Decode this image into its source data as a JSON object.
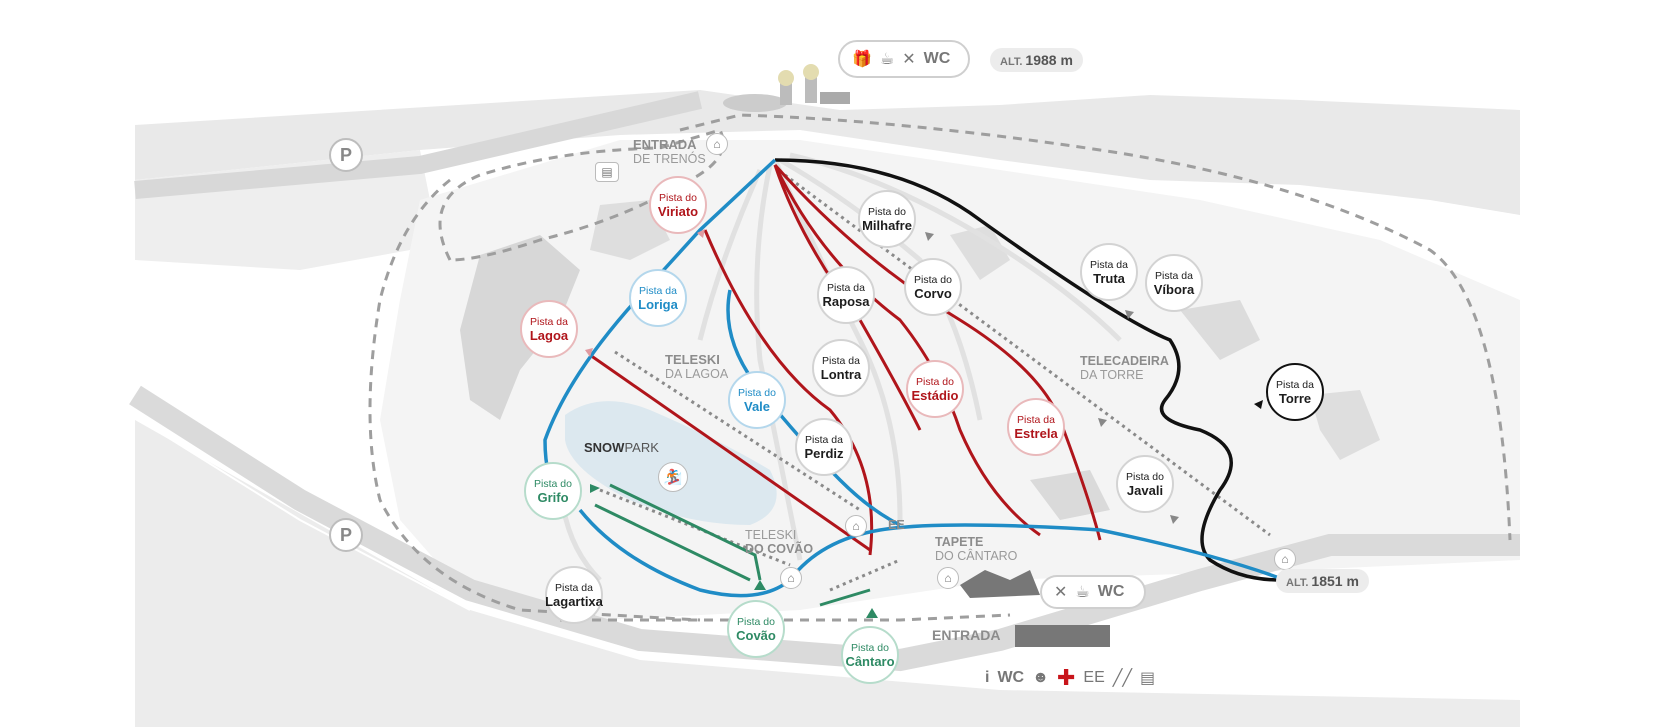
{
  "altitude_top": {
    "prefix": "ALT.",
    "value": "1988 m"
  },
  "altitude_bottom": {
    "prefix": "ALT.",
    "value": "1851 m"
  },
  "top_services": {
    "wc_label": "WC",
    "icons": [
      "gift-icon",
      "cup-icon",
      "cutlery-icon"
    ]
  },
  "bottom_right_services": {
    "wc_label": "WC",
    "icons": [
      "cutlery-icon",
      "cup-icon"
    ]
  },
  "entrance_services": {
    "info": "i",
    "wc_label": "WC",
    "ee_label": "EE",
    "icons": [
      "info-icon",
      "baby-icon",
      "first-aid-icon",
      "ski-rental-icon",
      "ticket-icon"
    ]
  },
  "parking": [
    "P",
    "P"
  ],
  "labels": {
    "entrada_trenos_1": "ENTRADA",
    "entrada_trenos_2": "DE TRENÓS",
    "teleski_lagoa_1": "TELESKI",
    "teleski_lagoa_2": "DA LAGOA",
    "telecadeira_torre_1": "TELECADEIRA",
    "telecadeira_torre_2": "DA TORRE",
    "teleski_covao_1": "TELESKI",
    "teleski_covao_2": "DO COVÃO",
    "tapete_cantaro_1": "TAPETE",
    "tapete_cantaro_2": "DO CÂNTARO",
    "entrada": "ENTRADA",
    "ee": "EE",
    "snowpark_bold": "SNOW",
    "snowpark_rest": "PARK"
  },
  "colors": {
    "black": "#111111",
    "red": "#b0151b",
    "blue": "#1f8cc6",
    "green": "#2e8a64",
    "terrain": "#e6e6e6",
    "road": "#d9d9d9"
  },
  "pistes": [
    {
      "pre": "Pista do",
      "name": "Viriato",
      "level": "red"
    },
    {
      "pre": "Pista do",
      "name": "Milhafre",
      "level": "black"
    },
    {
      "pre": "Pista da",
      "name": "Loriga",
      "level": "blue"
    },
    {
      "pre": "Pista da",
      "name": "Raposa",
      "level": "black"
    },
    {
      "pre": "Pista do",
      "name": "Corvo",
      "level": "black"
    },
    {
      "pre": "Pista da",
      "name": "Truta",
      "level": "black"
    },
    {
      "pre": "Pista da",
      "name": "Víbora",
      "level": "black"
    },
    {
      "pre": "Pista da",
      "name": "Lagoa",
      "level": "red"
    },
    {
      "pre": "Pista da",
      "name": "Lontra",
      "level": "black"
    },
    {
      "pre": "Pista do",
      "name": "Vale",
      "level": "blue"
    },
    {
      "pre": "Pista do",
      "name": "Estádio",
      "level": "red"
    },
    {
      "pre": "Pista da",
      "name": "Torre",
      "level": "black"
    },
    {
      "pre": "Pista da",
      "name": "Estrela",
      "level": "red"
    },
    {
      "pre": "Pista da",
      "name": "Perdiz",
      "level": "black"
    },
    {
      "pre": "Pista do",
      "name": "Grifo",
      "level": "green"
    },
    {
      "pre": "Pista do",
      "name": "Javali",
      "level": "black"
    },
    {
      "pre": "Pista da",
      "name": "Lagartixa",
      "level": "black"
    },
    {
      "pre": "Pista do",
      "name": "Covão",
      "level": "green"
    },
    {
      "pre": "Pista do",
      "name": "Cântaro",
      "level": "green"
    }
  ]
}
